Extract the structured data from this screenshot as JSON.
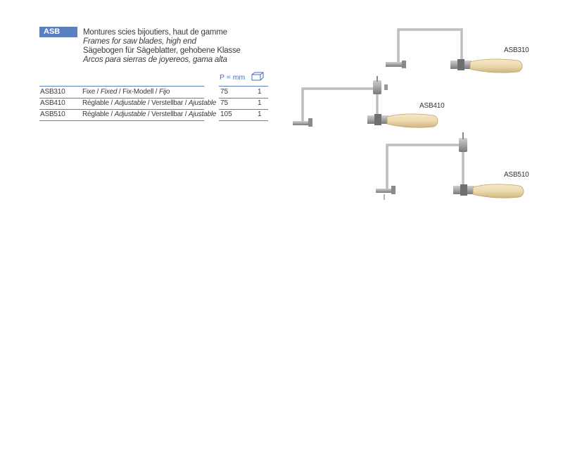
{
  "header": {
    "badge": "ASB",
    "title_fr": "Montures scies bijoutiers, haut de gamme",
    "title_en": "Frames for saw blades, high end",
    "title_de": "Sägebogen für Sägeblatter, gehobene Klasse",
    "title_es": "Arcos para sierras de joyereos, gama alta"
  },
  "table": {
    "col_p": "P = mm",
    "col_qty_icon": "box-icon",
    "rows": [
      {
        "code": "ASB310",
        "fr": "Fixe",
        "en": "Fixed",
        "de": "Fix-Modell",
        "es": "Fijo",
        "p": "75",
        "qty": "1"
      },
      {
        "code": "ASB410",
        "fr": "Réglable",
        "en": "Adjustable",
        "de": "Verstellbar",
        "es": "Ajustable",
        "p": "75",
        "qty": "1"
      },
      {
        "code": "ASB510",
        "fr": "Réglable",
        "en": "Adjustable",
        "de": "Verstellbar",
        "es": "Ajustable",
        "p": "105",
        "qty": "1"
      }
    ]
  },
  "products": {
    "asb310": "ASB310",
    "asb410": "ASB410",
    "asb510": "ASB510"
  },
  "colors": {
    "accent": "#5b7fbf",
    "metal": "#9a9a9a",
    "handle": "#ecd9ad"
  }
}
